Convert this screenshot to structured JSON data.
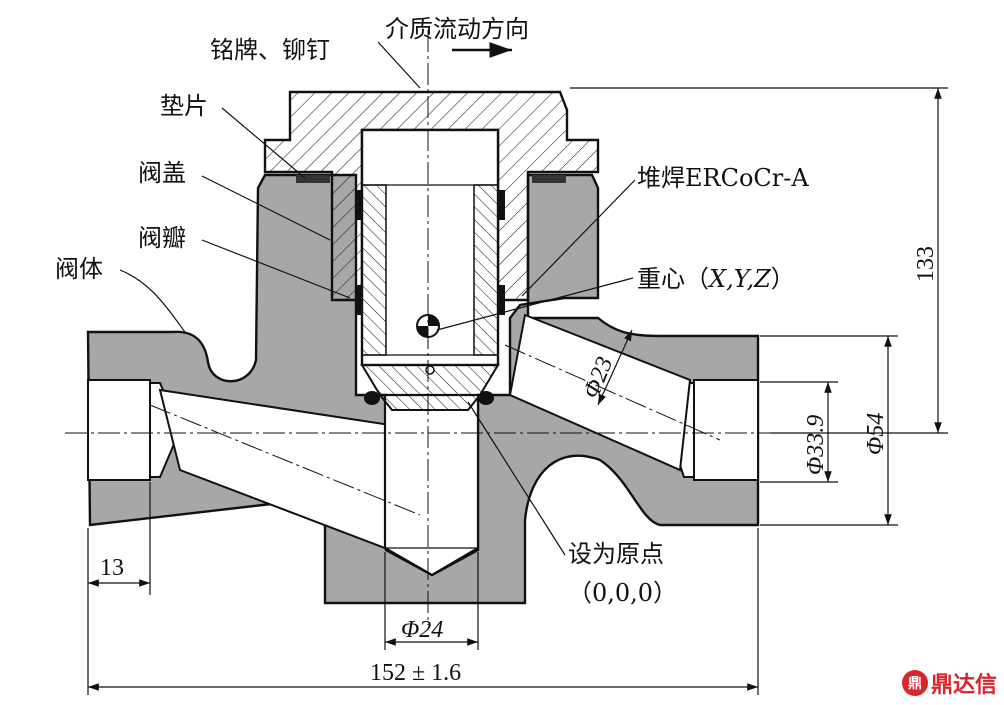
{
  "labels": {
    "flow_direction": "介质流动方向",
    "nameplate_rivet": "铭牌、铆钉",
    "gasket": "垫片",
    "bonnet": "阀盖",
    "disc": "阀瓣",
    "body": "阀体",
    "hardfacing": "堆焊ERCoCr-A",
    "cog_prefix": "重心（",
    "cog_vars": "X,Y,Z",
    "cog_suffix": "）",
    "origin_line1": "设为原点",
    "origin_line2": "（0,0,0）"
  },
  "dimensions": {
    "height": "133",
    "dia_54": "Φ54",
    "dia_33_9": "Φ33.9",
    "dia_23": "Φ23",
    "dia_24": "Φ24",
    "end_13": "13",
    "length": "152 ± 1.6"
  },
  "logo": {
    "mark": "鼎",
    "name": "鼎达信"
  },
  "colors": {
    "body_fill": "#a7a7a7",
    "line": "#111111",
    "logo_red": "#d8262f"
  }
}
